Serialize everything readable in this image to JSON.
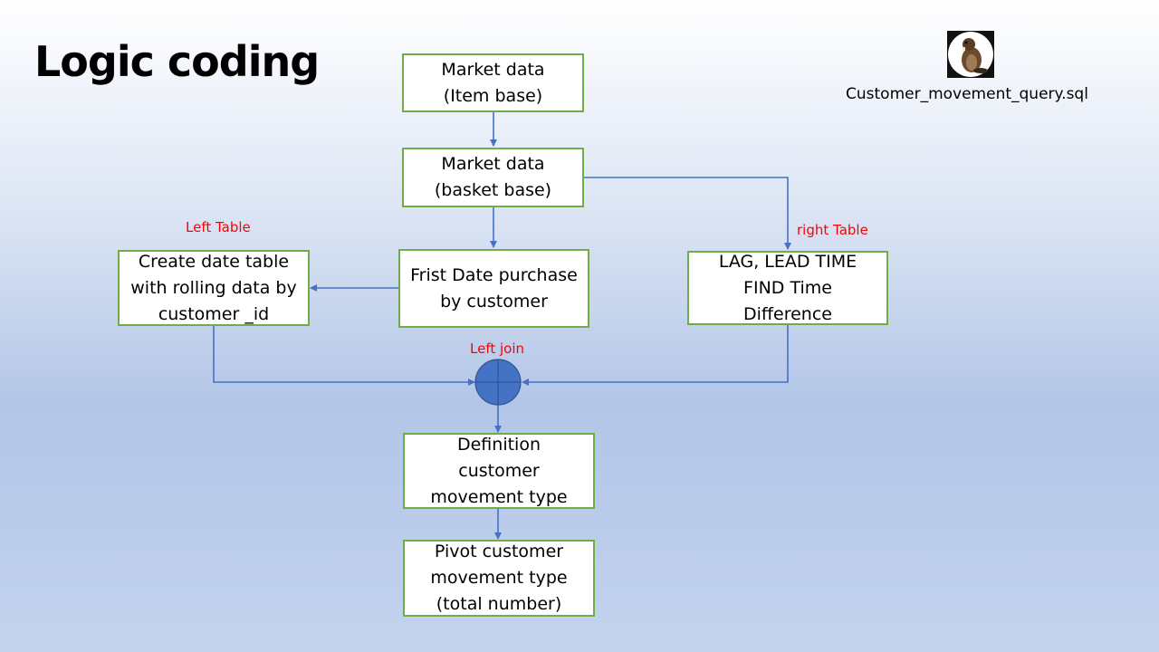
{
  "slide": {
    "title": "Logic coding",
    "file_name": "Customer_movement_query.sql"
  },
  "nodes": {
    "market_item": [
      "Market data",
      "(Item base)"
    ],
    "market_basket": [
      "Market data",
      "(basket base)"
    ],
    "first_date": [
      "Frist Date purchase",
      "by customer"
    ],
    "date_table": [
      "Create date table",
      "with rolling data by",
      "customer _id"
    ],
    "lag_lead": [
      "LAG, LEAD TIME",
      "FIND Time",
      "Difference"
    ],
    "definition": [
      "Definition",
      "customer",
      "movement type"
    ],
    "pivot": [
      "Pivot customer",
      "movement type",
      "(total number)"
    ]
  },
  "labels": {
    "left_table": "Left Table",
    "right_table": "right Table",
    "left_join": "Left join"
  },
  "colors": {
    "box_border": "#70ad47",
    "connector": "#4472c4",
    "join_fill": "#4472c4",
    "label_red": "#ff0000"
  }
}
